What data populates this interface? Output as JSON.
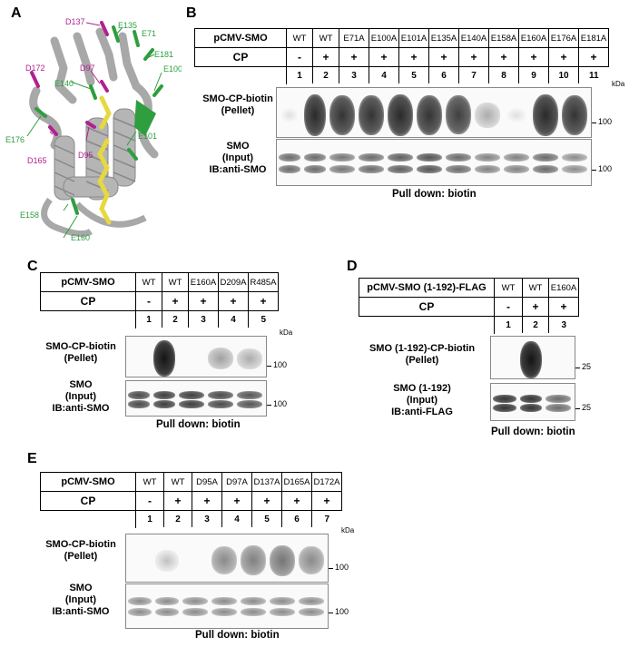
{
  "panels": {
    "A": {
      "letter": "A",
      "residues": {
        "D137": "D137",
        "E135": "E135",
        "E71": "E71",
        "D172": "D172",
        "D97": "D97",
        "E181": "E181",
        "E140": "E140",
        "E100": "E100",
        "E176": "E176",
        "D165": "D165",
        "D95": "D95",
        "E101": "E101",
        "E158": "E158",
        "E160": "E160"
      }
    },
    "B": {
      "letter": "B",
      "row1_label": "pCMV-SMO",
      "row2_label": "CP",
      "constructs": [
        "WT",
        "WT",
        "E71A",
        "E100A",
        "E101A",
        "E135A",
        "E140A",
        "E158A",
        "E160A",
        "E176A",
        "E181A"
      ],
      "cp": [
        "-",
        "+",
        "+",
        "+",
        "+",
        "+",
        "+",
        "+",
        "+",
        "+",
        "+"
      ],
      "lanes": [
        "1",
        "2",
        "3",
        "4",
        "5",
        "6",
        "7",
        "8",
        "9",
        "10",
        "11"
      ],
      "pellet_label": "SMO-CP-biotin\n(Pellet)",
      "input_label": "SMO\n(Input)\nIB:anti-SMO",
      "kda": "kDa",
      "mw_pellet": "100",
      "mw_input": "100",
      "pulldown": "Pull down: biotin",
      "pellet_intensity": [
        0.05,
        0.9,
        0.85,
        0.85,
        0.9,
        0.85,
        0.8,
        0.3,
        0.05,
        0.9,
        0.85
      ],
      "input_intensity": [
        0.6,
        0.6,
        0.55,
        0.6,
        0.65,
        0.7,
        0.6,
        0.5,
        0.5,
        0.6,
        0.45
      ]
    },
    "C": {
      "letter": "C",
      "row1_label": "pCMV-SMO",
      "row2_label": "CP",
      "constructs": [
        "WT",
        "WT",
        "E160A",
        "D209A",
        "R485A"
      ],
      "cp": [
        "-",
        "+",
        "+",
        "+",
        "+"
      ],
      "lanes": [
        "1",
        "2",
        "3",
        "4",
        "5"
      ],
      "pellet_label": "SMO-CP-biotin\n(Pellet)",
      "input_label": "SMO\n(Input)\nIB:anti-SMO",
      "kda": "kDa",
      "mw_pellet": "100",
      "mw_input": "100",
      "pulldown": "Pull down: biotin",
      "pellet_intensity": [
        0.0,
        1.0,
        0.0,
        0.35,
        0.3
      ],
      "input_intensity": [
        0.75,
        0.8,
        0.8,
        0.75,
        0.7
      ]
    },
    "D": {
      "letter": "D",
      "row1_label": "pCMV-SMO (1-192)-FLAG",
      "row2_label": "CP",
      "constructs": [
        "WT",
        "WT",
        "E160A"
      ],
      "cp": [
        "-",
        "+",
        "+"
      ],
      "lanes": [
        "1",
        "2",
        "3"
      ],
      "pellet_label": "SMO (1-192)-CP-biotin\n(Pellet)",
      "input_label": "SMO (1-192)\n(Input)\nIB:anti-FLAG",
      "mw_pellet": "25",
      "mw_input": "25",
      "pulldown": "Pull down: biotin",
      "pellet_intensity": [
        0.0,
        1.0,
        0.0
      ],
      "input_intensity": [
        0.85,
        0.85,
        0.6
      ]
    },
    "E": {
      "letter": "E",
      "row1_label": "pCMV-SMO",
      "row2_label": "CP",
      "constructs": [
        "WT",
        "WT",
        "D95A",
        "D97A",
        "D137A",
        "D165A",
        "D172A"
      ],
      "cp": [
        "-",
        "+",
        "+",
        "+",
        "+",
        "+",
        "+"
      ],
      "lanes": [
        "1",
        "2",
        "3",
        "4",
        "5",
        "6",
        "7"
      ],
      "pellet_label": "SMO-CP-biotin\n(Pellet)",
      "input_label": "SMO\n(Input)\nIB:anti-SMO",
      "kda": "kDa",
      "mw_pellet": "100",
      "mw_input": "100",
      "pulldown": "Pull down: biotin",
      "pellet_intensity": [
        0.0,
        0.2,
        0.0,
        0.45,
        0.5,
        0.55,
        0.45
      ],
      "input_intensity": [
        0.45,
        0.45,
        0.45,
        0.45,
        0.45,
        0.45,
        0.45
      ]
    }
  },
  "colors": {
    "green": "#2e9e3e",
    "magenta": "#b0228f",
    "yellow": "#e8d840",
    "gray": "#9a9a9a"
  }
}
